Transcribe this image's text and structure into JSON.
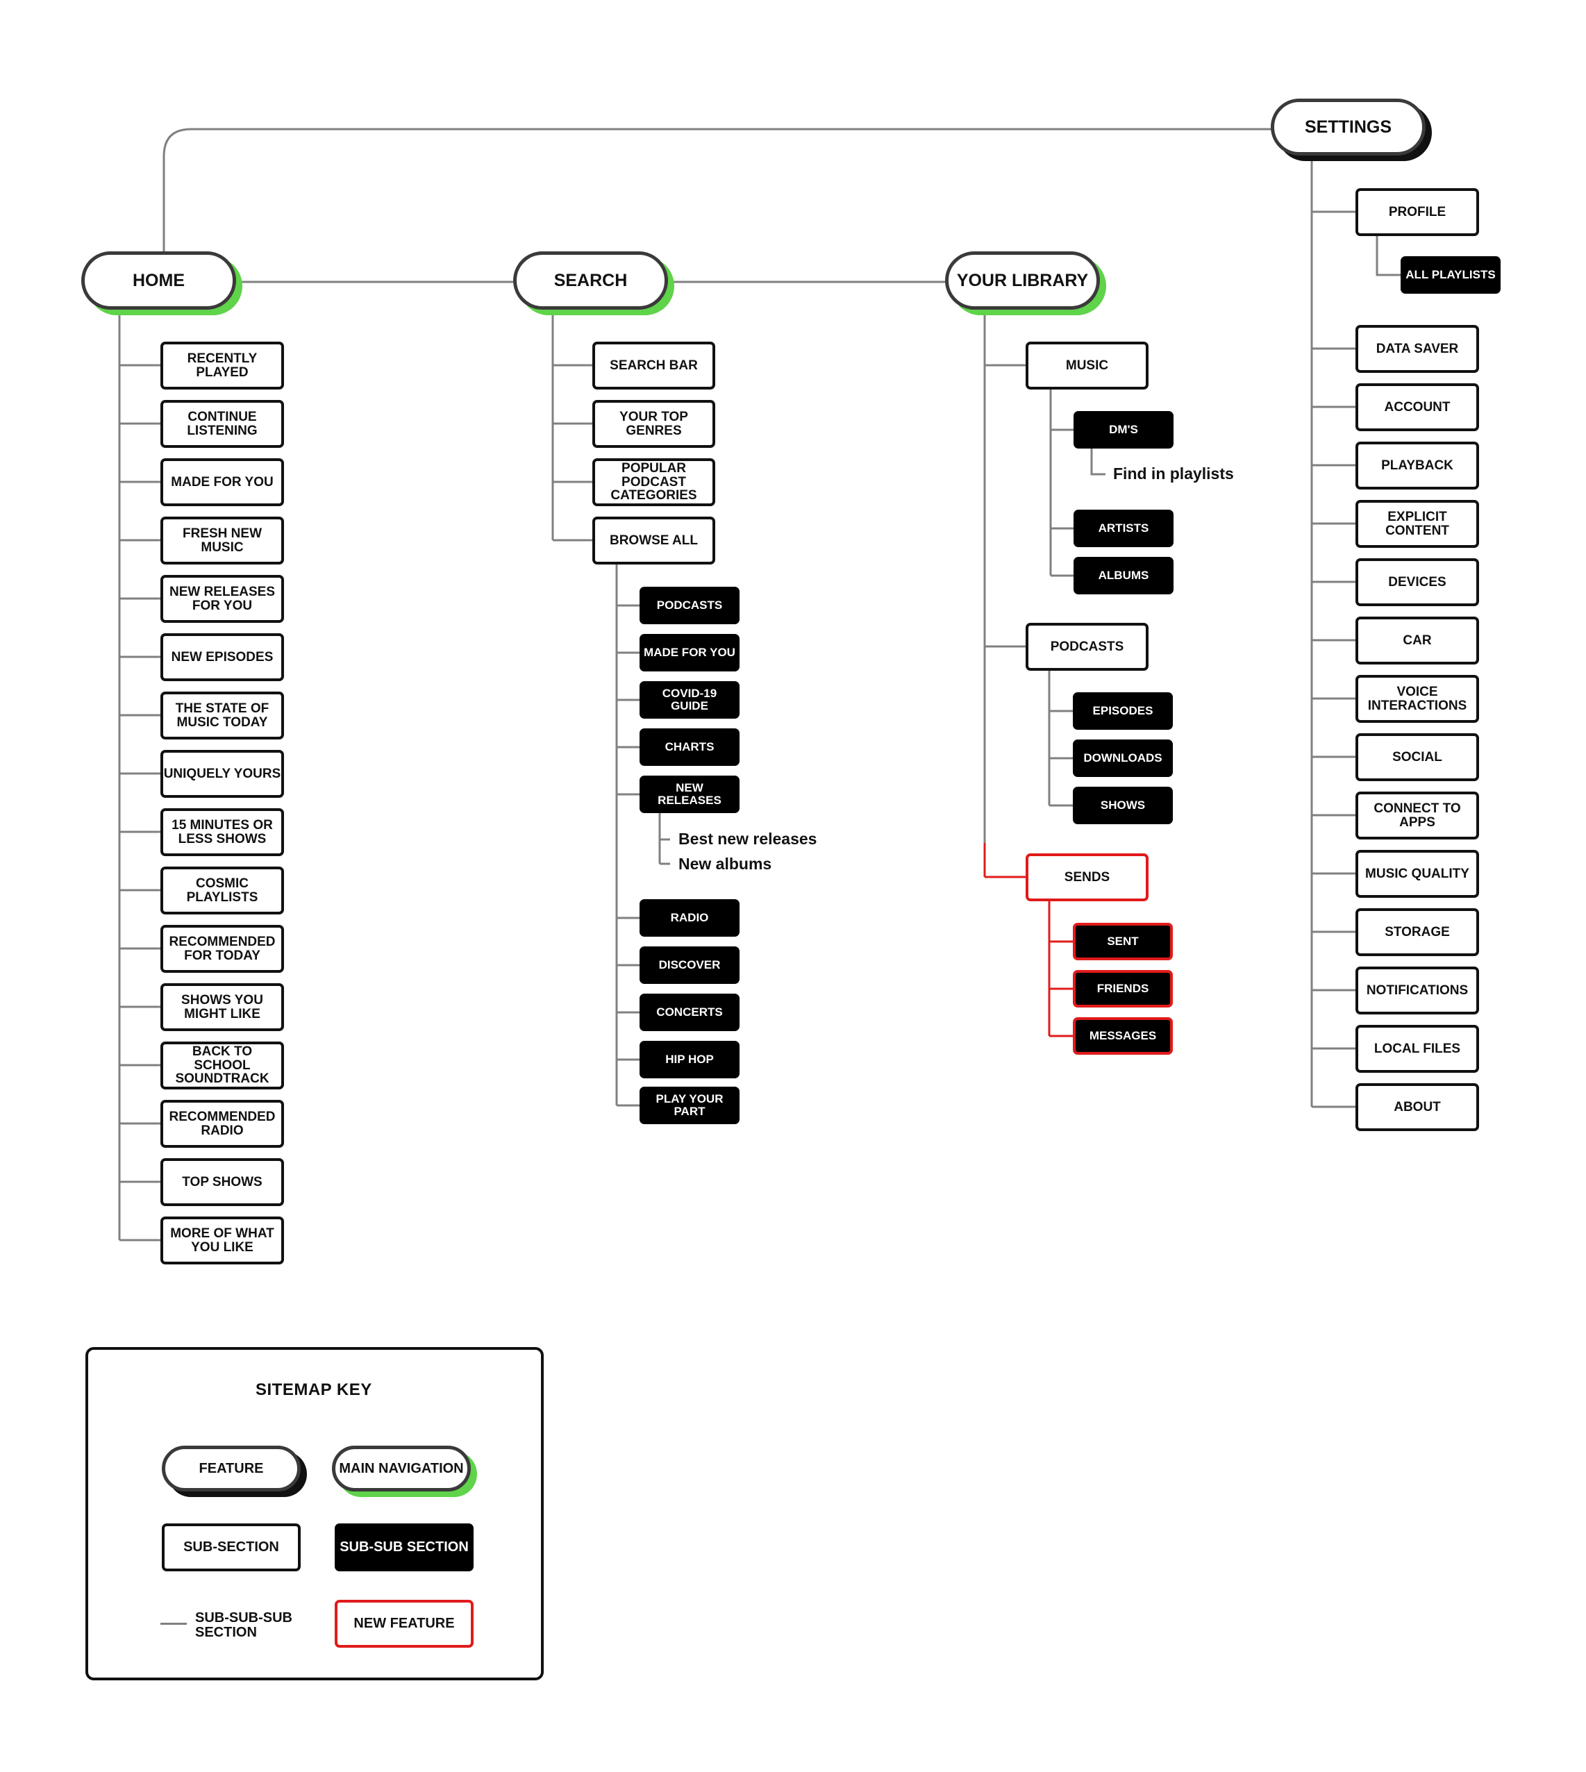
{
  "main_nav": {
    "home": "HOME",
    "search": "SEARCH",
    "your_library": "YOUR LIBRARY",
    "settings": "SETTINGS"
  },
  "home_items": [
    "RECENTLY PLAYED",
    "CONTINUE LISTENING",
    "MADE FOR YOU",
    "FRESH NEW MUSIC",
    "NEW RELEASES FOR YOU",
    "NEW EPISODES",
    "THE STATE OF MUSIC TODAY",
    "UNIQUELY YOURS",
    "15 MINUTES OR LESS SHOWS",
    "COSMIC PLAYLISTS",
    "RECOMMENDED FOR TODAY",
    "SHOWS YOU MIGHT LIKE",
    "BACK TO SCHOOL SOUNDTRACK",
    "RECOMMENDED RADIO",
    "TOP SHOWS",
    "MORE OF WHAT YOU LIKE"
  ],
  "search_items": [
    "SEARCH BAR",
    "YOUR TOP GENRES",
    "POPULAR PODCAST CATEGORIES",
    "BROWSE ALL"
  ],
  "browse_all_items": [
    "PODCASTS",
    "MADE FOR YOU",
    "COVID-19 GUIDE",
    "CHARTS",
    "NEW RELEASES",
    "RADIO",
    "DISCOVER",
    "CONCERTS",
    "HIP HOP",
    "PLAY YOUR PART"
  ],
  "new_releases_items": [
    "Best new releases",
    "New albums"
  ],
  "library": {
    "music": "MUSIC",
    "music_items": [
      "DM'S",
      "ARTISTS",
      "ALBUMS"
    ],
    "dms_items": [
      "Find in playlists"
    ],
    "podcasts": "PODCASTS",
    "podcast_items": [
      "EPISODES",
      "DOWNLOADS",
      "SHOWS"
    ],
    "sends": "SENDS",
    "sends_items": [
      "SENT",
      "FRIENDS",
      "MESSAGES"
    ]
  },
  "settings_items": [
    "PROFILE",
    "DATA SAVER",
    "ACCOUNT",
    "PLAYBACK",
    "EXPLICIT CONTENT",
    "DEVICES",
    "CAR",
    "VOICE INTERACTIONS",
    "SOCIAL",
    "CONNECT TO APPS",
    "MUSIC QUALITY",
    "STORAGE",
    "NOTIFICATIONS",
    "LOCAL FILES",
    "ABOUT"
  ],
  "profile_items": [
    "ALL PLAYLISTS"
  ],
  "key": {
    "title": "SITEMAP KEY",
    "feature": "FEATURE",
    "main_navigation": "MAIN NAVIGATION",
    "sub_section": "SUB-SECTION",
    "sub_sub_section": "SUB-SUB SECTION",
    "sub_sub_sub_section": "SUB-SUB-SUB SECTION",
    "new_feature": "NEW FEATURE"
  },
  "colors": {
    "line": "#808080",
    "main_shadow": "#5fd34a",
    "new_feature": "#e11b1b",
    "ink": "#111111"
  }
}
